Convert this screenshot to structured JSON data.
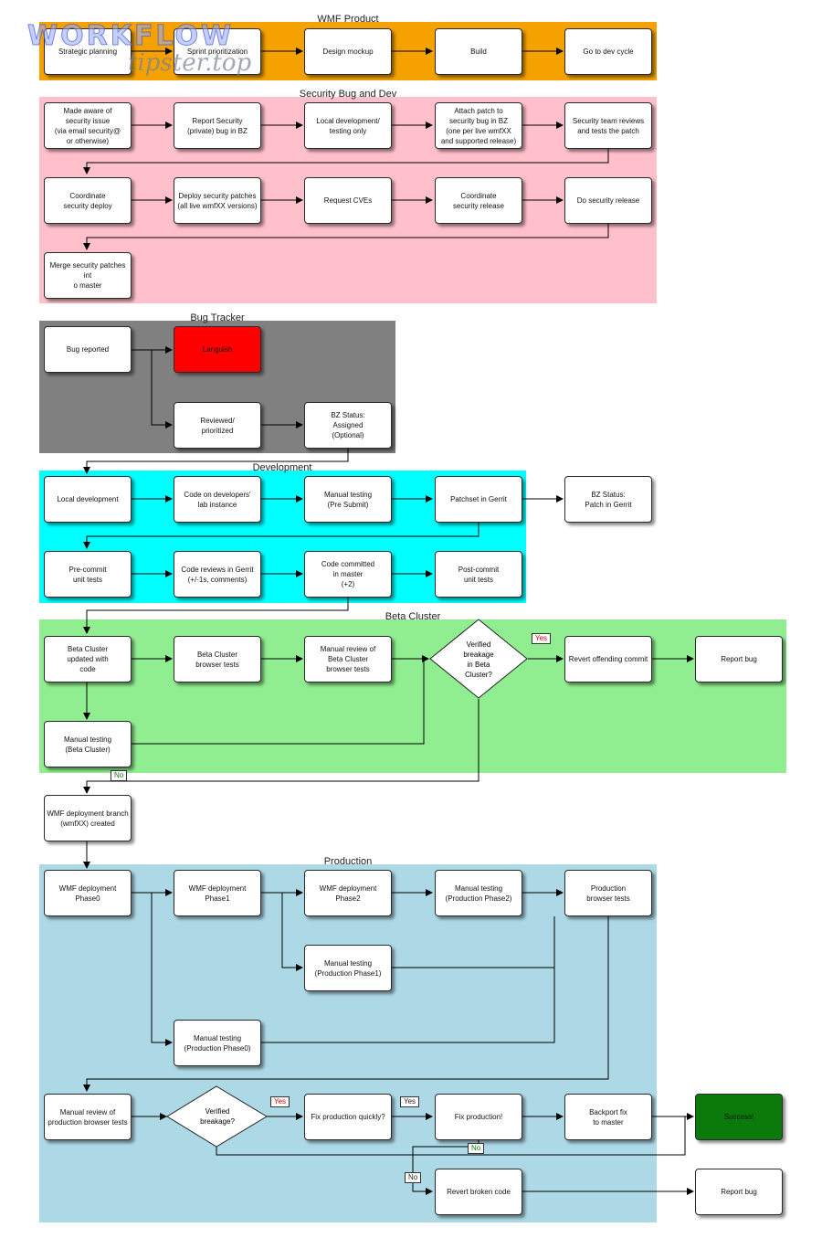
{
  "colors": {
    "orange": "#f5a100",
    "pink": "#ffc0cb",
    "gray": "#808080",
    "cyan": "#00ffff",
    "lightgreen": "#90ee90",
    "lightblue": "#add8e6",
    "red": "#ff0000",
    "darkgreen": "#0b7a0b"
  },
  "watermark": {
    "line1": "WORKFLOW",
    "line2": "tipster.top"
  },
  "lanes": {
    "wmf_product": "WMF Product",
    "security": "Security Bug and Dev",
    "bug_tracker": "Bug Tracker",
    "development": "Development",
    "beta": "Beta Cluster",
    "production": "Production"
  },
  "nodes": {
    "strategic_planning": "Strategic planning",
    "sprint_prioritization": "Sprint prioritization",
    "design_mockup": "Design mockup",
    "build": "Build",
    "go_to_dev_cycle": "Go to dev cycle",
    "made_aware": "Made aware of\nsecurity issue\n(via email security@\nor otherwise)",
    "report_security": "Report Security\n(private) bug in BZ",
    "local_dev_testing": "Local development/\ntesting only",
    "attach_patch": "Attach patch to\nsecurity bug in BZ\n(one per live wmfXX\nand supported release)",
    "security_team_reviews": "Security team reviews\nand tests the patch",
    "coordinate_security_deploy": "Coordinate\nsecurity deploy",
    "deploy_security_patches": "Deploy security patches\n(all live wmfXX versions)",
    "request_cves": "Request CVEs",
    "coordinate_security_release": "Coordinate\nsecurity release",
    "do_security_release": "Do security release",
    "merge_security_patches": "Merge security patches int\no master",
    "bug_reported": "Bug reported",
    "languish": "Languish",
    "reviewed_prioritized": "Reviewed/\nprioritized",
    "bz_assigned": "BZ Status:\nAssigned\n(Optional)",
    "local_development": "Local development",
    "code_on_lab": "Code on developers'\nlab instance",
    "manual_testing_presubmit": "Manual testing\n(Pre Submit)",
    "patchset_gerrit": "Patchset in Gerrit",
    "bz_patch_gerrit": "BZ Status:\nPatch in Gerrit",
    "precommit_tests": "Pre-commit\nunit tests",
    "code_reviews_gerrit": "Code reviews in Gerrit\n(+/-1s, comments)",
    "code_committed": "Code committed\nin master\n(+2)",
    "postcommit_tests": "Post-commit\nunit tests",
    "beta_updated": "Beta Cluster\nupdated with\ncode",
    "beta_browser_tests": "Beta Cluster\nbrowser tests",
    "manual_review_beta": "Manual review of\nBeta Cluster\nbrowser tests",
    "verified_breakage_beta": "Verified\nbreakage\nin Beta\nCluster?",
    "revert_offending": "Revert offending commit",
    "report_bug_beta": "Report bug",
    "manual_testing_beta": "Manual testing\n(Beta Cluster)",
    "wmf_branch_created": "WMF deployment branch\n(wmfXX) created",
    "deploy_phase0": "WMF deployment\nPhase0",
    "deploy_phase1": "WMF deployment\nPhase1",
    "deploy_phase2": "WMF deployment\nPhase2",
    "manual_testing_phase2": "Manual testing\n(Production Phase2)",
    "production_browser_tests": "Production\nbrowser tests",
    "manual_testing_phase1": "Manual testing\n(Production Phase1)",
    "manual_testing_phase0": "Manual testing\n(Production Phase0)",
    "manual_review_production": "Manual review of\nproduction browser tests",
    "verified_breakage": "Verified\nbreakage?",
    "fix_production_quickly": "Fix production quickly?",
    "fix_production": "Fix production!",
    "backport_fix": "Backport fix\nto master",
    "success": "Success!",
    "revert_broken": "Revert broken code",
    "report_bug_prod": "Report bug"
  },
  "tags": {
    "beta_yes": "Yes",
    "beta_no": "No",
    "breakage_yes": "Yes",
    "quickly_yes": "Yes",
    "fix_no": "No",
    "quickly_no": "No"
  }
}
